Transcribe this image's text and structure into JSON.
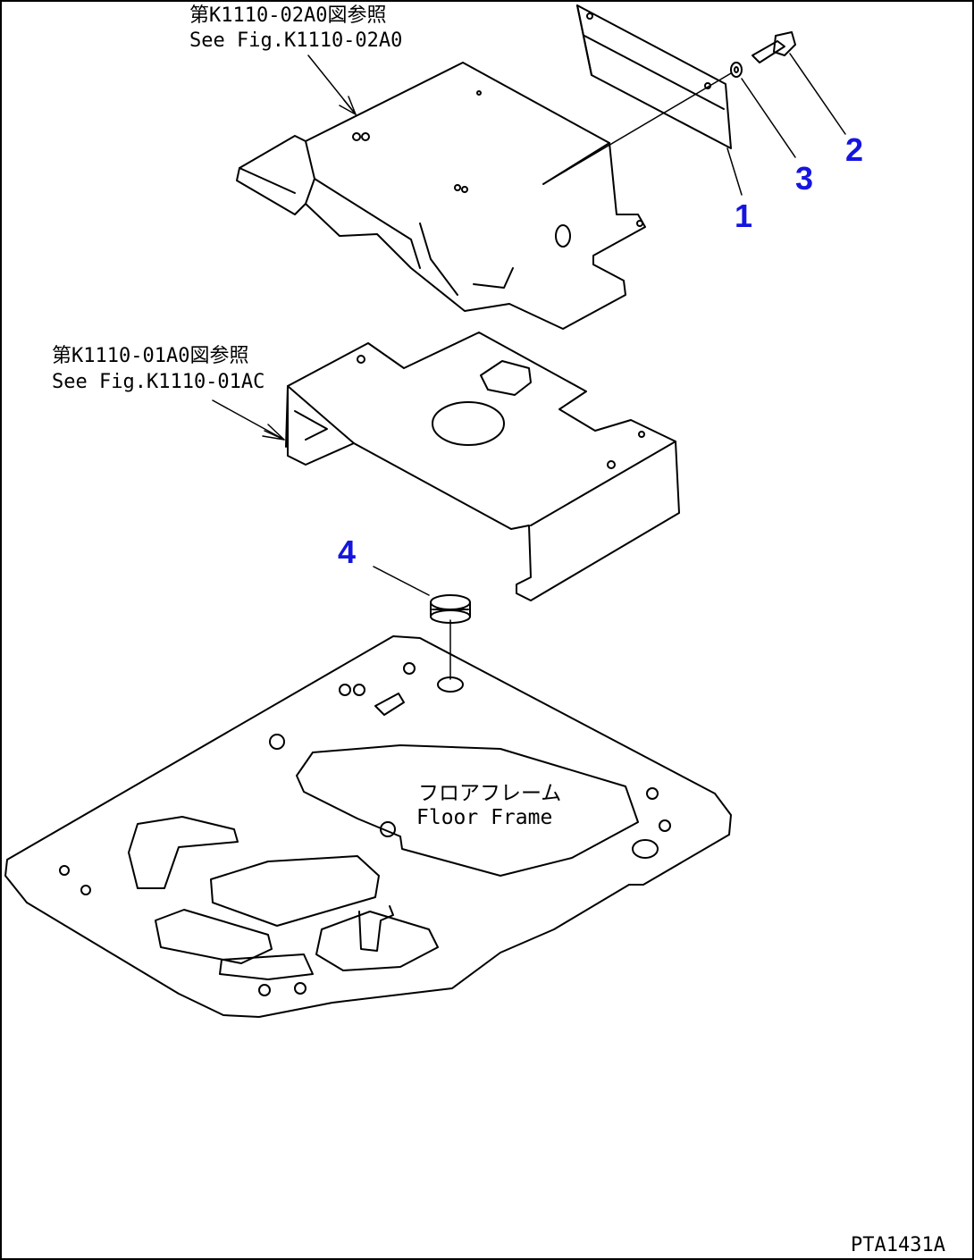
{
  "references": {
    "upper": {
      "jp": "第K1110-02A0図参照",
      "en": "See Fig.K1110-02A0"
    },
    "lower": {
      "jp": "第K1110-01A0図参照",
      "en": "See Fig.K1110-01AC"
    }
  },
  "floor_label": {
    "jp": "フロアフレーム",
    "en": "Floor Frame"
  },
  "callouts": [
    "1",
    "2",
    "3",
    "4"
  ],
  "figure_code": "PTA1431A",
  "colors": {
    "callout": "#1515e0",
    "line": "#000000"
  }
}
